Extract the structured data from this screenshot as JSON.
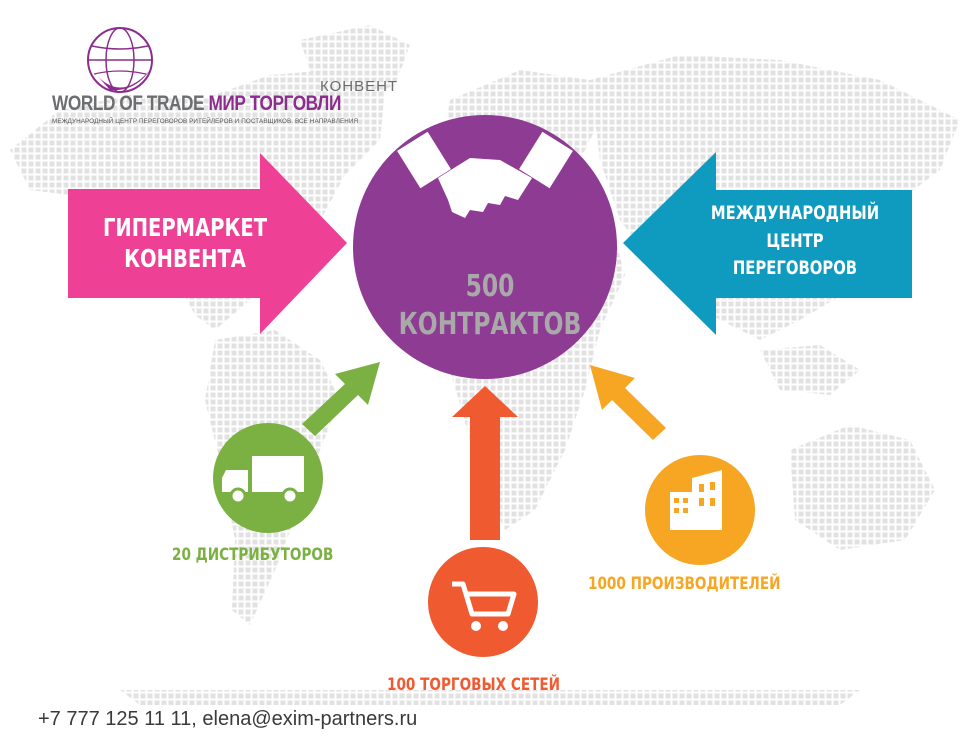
{
  "logo": {
    "subtitle": "КОНВЕНТ",
    "name_en": "WORLD OF TRADE",
    "name_ru": "МИР ТОРГОВЛИ",
    "tagline": "МЕЖДУНАРОДНЫЙ ЦЕНТР ПЕРЕГОВОРОВ РИТЕЙЛЕРОВ И ПОСТАВЩИКОВ. ВСЕ НАПРАВЛЕНИЯ",
    "color": "#8b2d8c"
  },
  "center": {
    "line1": "500",
    "line2": "КОНТРАКТОВ",
    "icon": "handshake-icon",
    "color": "#8e3b94"
  },
  "left_arrow": {
    "line1": "ГИПЕРМАРКЕТ",
    "line2": "КОНВЕНТА",
    "color": "#ee4196"
  },
  "right_arrow": {
    "line1": "МЕЖДУНАРОДНЫЙ",
    "line2": "ЦЕНТР",
    "line3": "ПЕРЕГОВОРОВ",
    "color": "#0f9bbf"
  },
  "nodes": {
    "distributors": {
      "label": "20 ДИСТРИБУТОРОВ",
      "icon": "truck-icon",
      "color": "#7bb042"
    },
    "retail": {
      "label": "100 ТОРГОВЫХ СЕТЕЙ",
      "icon": "shopping-cart-icon",
      "color": "#f05a30"
    },
    "producers": {
      "label": "1000 ПРОИЗВОДИТЕЛЕЙ",
      "icon": "factory-icon",
      "color": "#f6a623"
    }
  },
  "contact": "+7 777 125 11 11, elena@exim-partners.ru"
}
